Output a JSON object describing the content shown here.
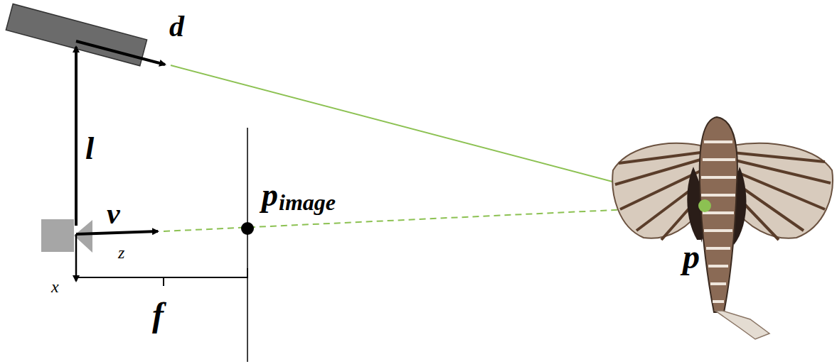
{
  "diagram": {
    "labels": [
      "d",
      "l",
      "v",
      "z",
      "x",
      "f",
      "p",
      "image",
      "p"
    ]
  }
}
